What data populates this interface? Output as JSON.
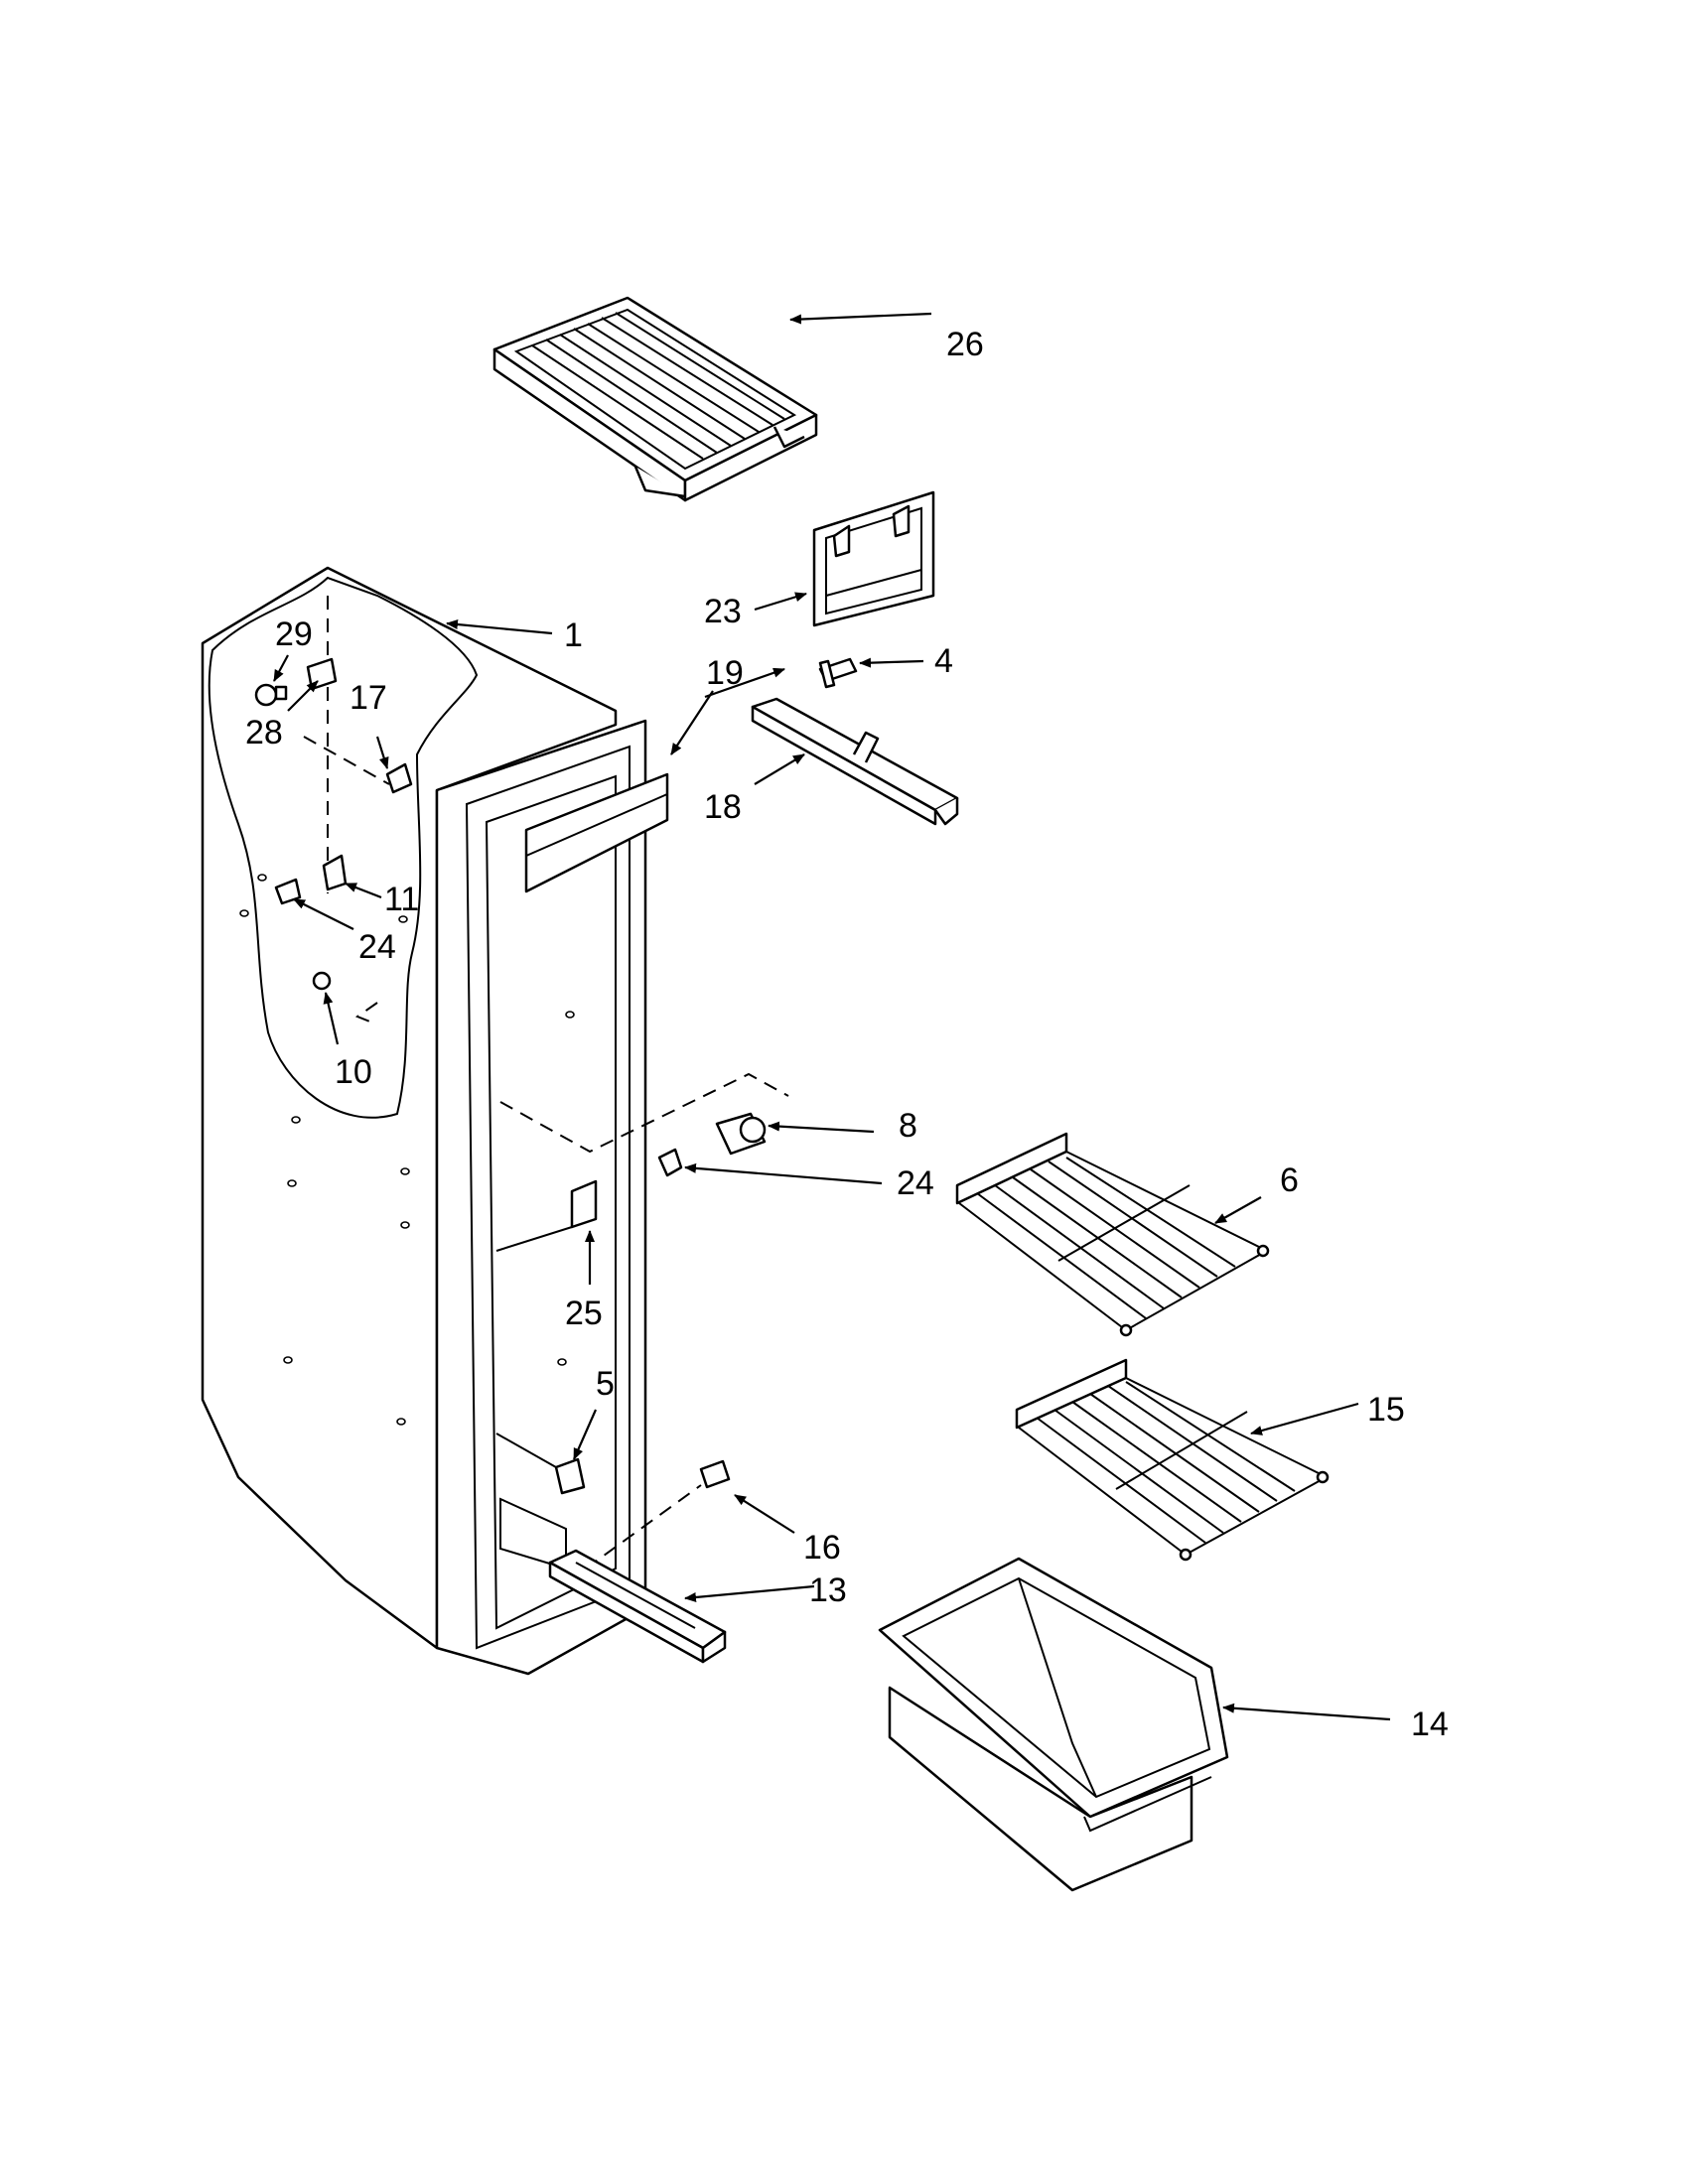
{
  "callouts": [
    {
      "id": "1",
      "label": "1"
    },
    {
      "id": "4",
      "label": "4"
    },
    {
      "id": "5",
      "label": "5"
    },
    {
      "id": "6",
      "label": "6"
    },
    {
      "id": "8",
      "label": "8"
    },
    {
      "id": "10",
      "label": "10"
    },
    {
      "id": "11",
      "label": "11"
    },
    {
      "id": "13",
      "label": "13"
    },
    {
      "id": "14",
      "label": "14"
    },
    {
      "id": "15",
      "label": "15"
    },
    {
      "id": "16",
      "label": "16"
    },
    {
      "id": "17",
      "label": "17"
    },
    {
      "id": "18",
      "label": "18"
    },
    {
      "id": "19",
      "label": "19"
    },
    {
      "id": "23",
      "label": "23"
    },
    {
      "id": "24a",
      "label": "24"
    },
    {
      "id": "24b",
      "label": "24"
    },
    {
      "id": "25",
      "label": "25"
    },
    {
      "id": "26",
      "label": "26"
    },
    {
      "id": "28",
      "label": "28"
    },
    {
      "id": "29",
      "label": "29"
    }
  ]
}
